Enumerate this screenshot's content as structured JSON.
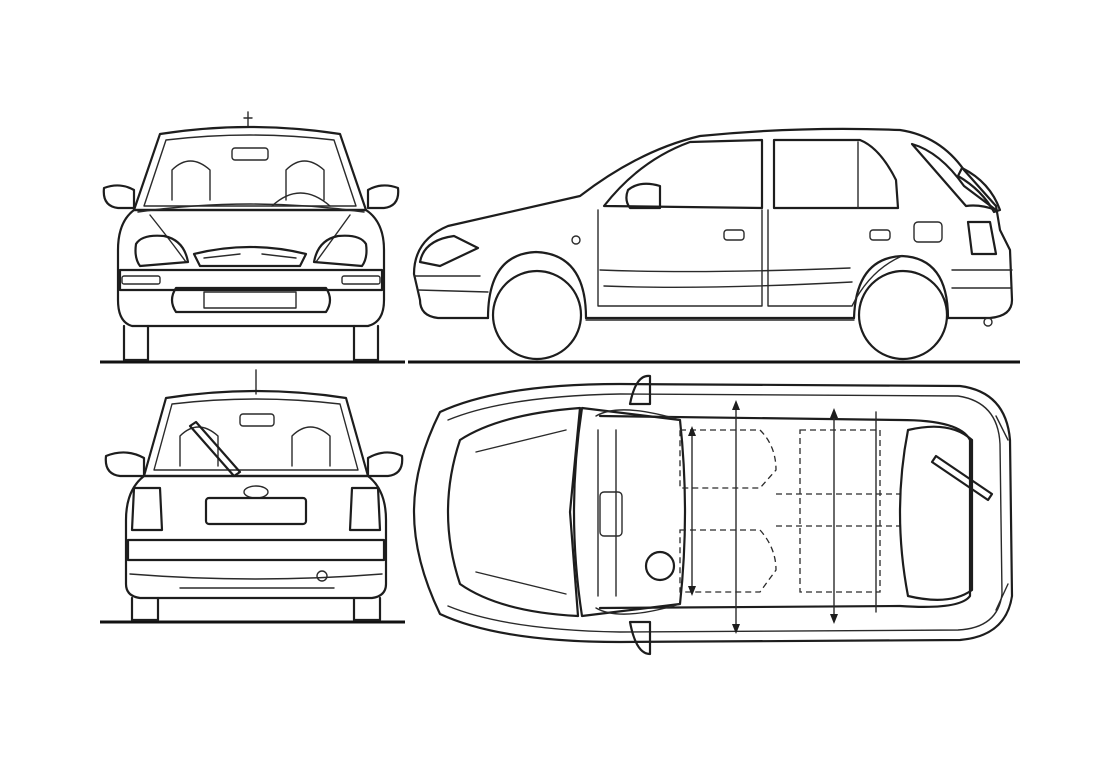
{
  "colors": {
    "background": "#ffffff",
    "line": "#1d1d1d"
  },
  "views": [
    {
      "id": "front"
    },
    {
      "id": "side"
    },
    {
      "id": "rear"
    },
    {
      "id": "top"
    }
  ]
}
